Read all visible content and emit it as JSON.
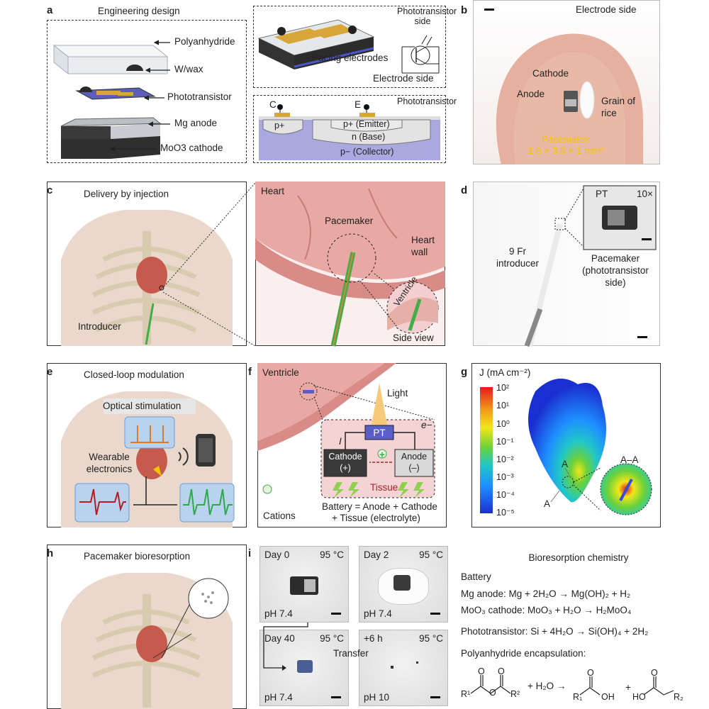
{
  "panels": {
    "a": {
      "letter": "a",
      "title": "Engineering design",
      "layers": [
        "Polyanhydride",
        "W/wax",
        "Phototransistor",
        "Mg anode",
        "MoO3 cathode"
      ],
      "device_labels": {
        "pt_side": "Phototransistor side",
        "pacing": "Pacing electrodes",
        "electrode_side": "Electrode side"
      },
      "cross_section": {
        "title": "Phototransistor",
        "c": "C",
        "e": "E",
        "p_plus": "p+",
        "emitter": "p+ (Emitter)",
        "base": "n (Base)",
        "collector": "p− (Collector)"
      }
    },
    "b": {
      "letter": "b",
      "title": "Electrode side",
      "cathode": "Cathode",
      "anode": "Anode",
      "rice": "Grain of rice",
      "pacemaker": "Pacemaker",
      "dims": "1.8 × 3.5 × 1 mm³"
    },
    "c": {
      "letter": "c",
      "title": "Delivery by injection",
      "introducer": "Introducer",
      "heart": "Heart",
      "pacemaker": "Pacemaker",
      "heart_wall": "Heart wall",
      "ventricle": "Ventricle",
      "side_view": "Side view"
    },
    "d": {
      "letter": "d",
      "introducer": "9 Fr introducer",
      "pt": "PT",
      "zoom": "10×",
      "caption": "Pacemaker (phototransistor side)"
    },
    "e": {
      "letter": "e",
      "title": "Closed-loop modulation",
      "optical": "Optical stimulation",
      "wearable": "Wearable electronics"
    },
    "f": {
      "letter": "f",
      "ventricle": "Ventricle",
      "light": "Light",
      "pt": "PT",
      "cathode": "Cathode",
      "cathode_sign": "(+)",
      "anode": "Anode",
      "anode_sign": "(–)",
      "tissue": "Tissue",
      "current": "I",
      "electron": "e−",
      "plus": "+",
      "cations": "Cations",
      "battery_line1": "Battery = Anode + Cathode",
      "battery_line2": "+ Tissue (electrolyte)"
    },
    "g": {
      "letter": "g",
      "unit": "J (mA cm⁻²)",
      "ticks": [
        "10²",
        "10¹",
        "10⁰",
        "10⁻¹",
        "10⁻²",
        "10⁻³",
        "10⁻⁴",
        "10⁻⁵"
      ],
      "section": "A–A",
      "a_label": "A"
    },
    "h": {
      "letter": "h",
      "title": "Pacemaker bioresorption"
    },
    "i": {
      "letter": "i",
      "tiles": [
        {
          "day": "Day 0",
          "temp": "95 °C",
          "ph": "pH 7.4"
        },
        {
          "day": "Day 2",
          "temp": "95 °C",
          "ph": "pH 7.4"
        },
        {
          "day": "Day 40",
          "temp": "95 °C",
          "ph": "pH 7.4"
        },
        {
          "day": "+6 h",
          "temp": "95 °C",
          "ph": "pH 10"
        }
      ],
      "transfer": "Transfer"
    },
    "chem": {
      "title": "Bioresorption chemistry",
      "battery": "Battery",
      "mg": "Mg anode: Mg + 2H₂O → Mg(OH)₂ + H₂",
      "moo3": "MoO₃ cathode: MoO₃ + H₂O → H₂MoO₄",
      "pt": "Phototransistor: Si + 4H₂O → Si(OH)₄ + 2H₂",
      "poly": "Polyanhydride encapsulation:",
      "r1": "R¹",
      "r2": "R²",
      "plus_h2o": "+ H₂O →",
      "R1": "R₁",
      "R2": "R₂",
      "oh": "OH",
      "ho": "HO",
      "plus": "+",
      "o": "O"
    }
  },
  "colors": {
    "gold": "#d9a63a",
    "anode": "#b9bfc5",
    "cathode": "#3a3a3a",
    "heart": "#e8a9a4",
    "green": "#3fae49",
    "ecg_red": "#b21e24",
    "ecg_green": "#2ea84a",
    "pt_blue": "#5a5fc8",
    "photo_bg": "#dddddd",
    "yellow": "#f5c400"
  }
}
